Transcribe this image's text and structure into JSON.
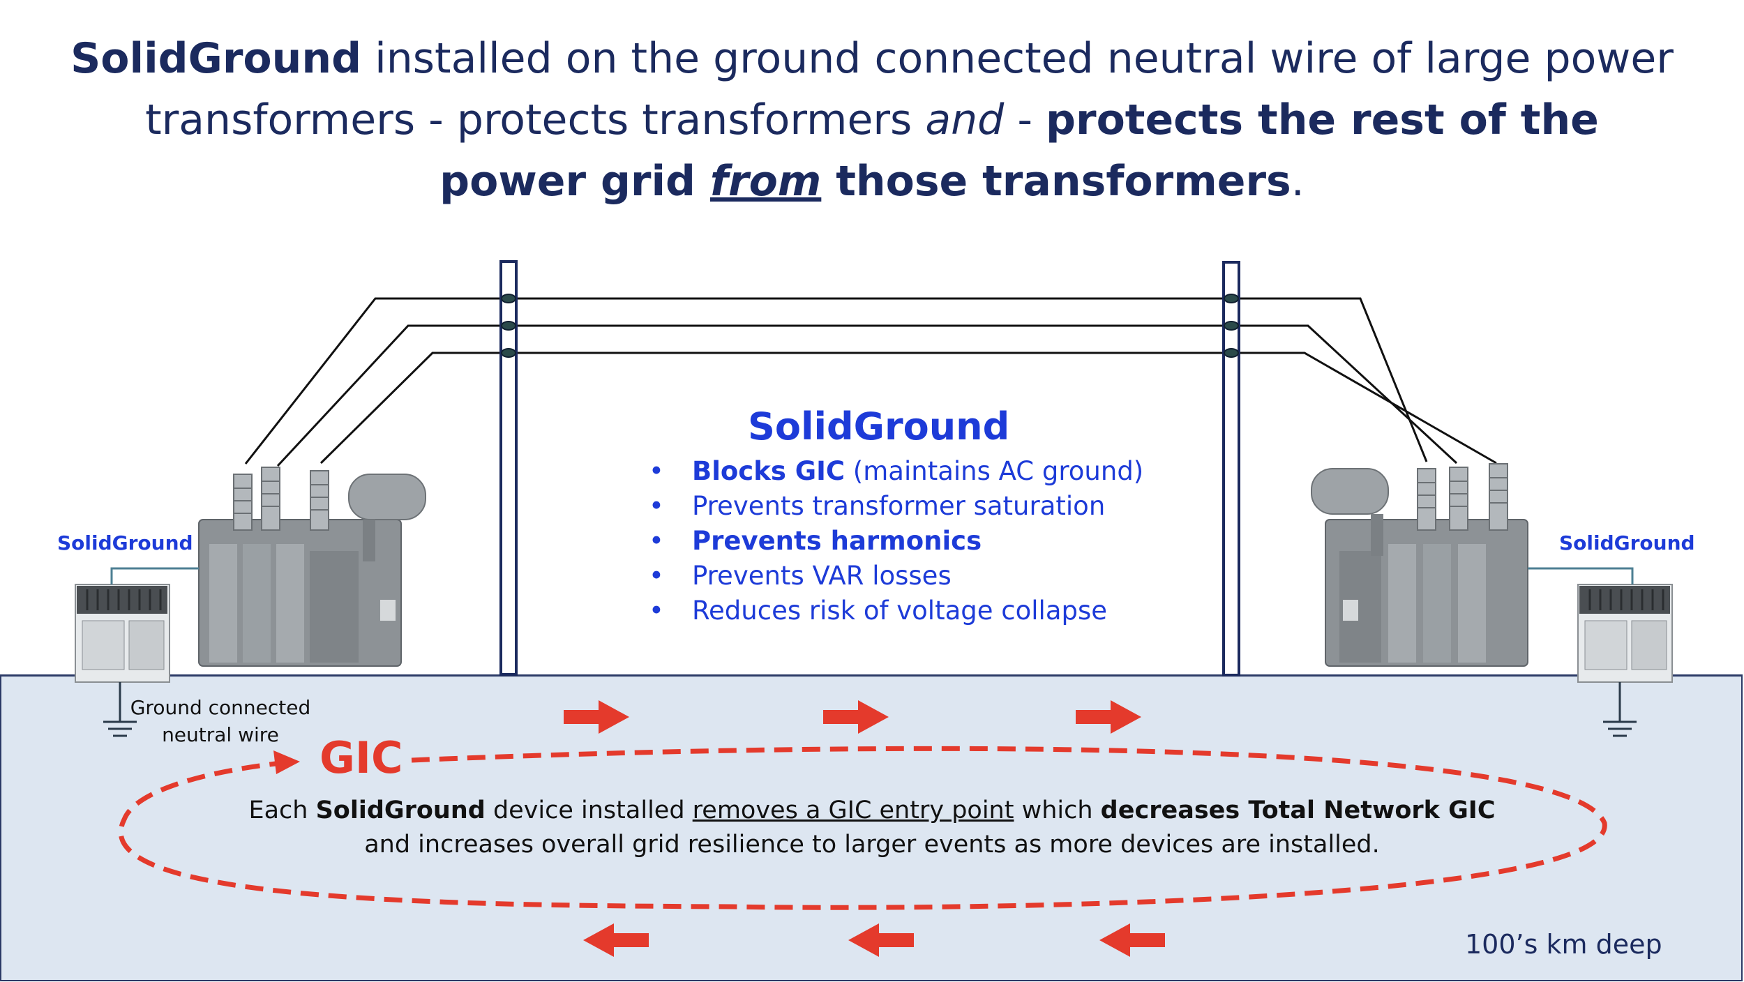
{
  "title": {
    "p1_bold": "SolidGround",
    "p2": " installed on the ground connected neutral wire of large power transformers - protects transformers ",
    "p3_italic": "and",
    "p4": " - ",
    "p5_bold": "protects the rest of the power grid ",
    "p6_bold_underline": "from",
    "p7_bold": " those transformers",
    "p8": "."
  },
  "center": {
    "heading": "SolidGround",
    "bullets": [
      {
        "bold": "Blocks GIC",
        "text": " (maintains AC ground)"
      },
      {
        "bold": "",
        "text": "Prevents transformer saturation"
      },
      {
        "bold": "Prevents harmonics",
        "text": ""
      },
      {
        "bold": "",
        "text": "Prevents VAR losses"
      },
      {
        "bold": "",
        "text": "Reduces risk of voltage collapse"
      }
    ]
  },
  "labels": {
    "solidground_left": "SolidGround",
    "solidground_right": "SolidGround",
    "neutral_line1": "Ground connected",
    "neutral_line2": "neutral wire",
    "gic": "GIC",
    "depth": "100’s km deep"
  },
  "note": {
    "n1": "Each ",
    "n2_bold": "SolidGround",
    "n3": " device installed ",
    "n4_underline": "removes a GIC entry point",
    "n5": " which ",
    "n6_bold": "decreases Total Network GIC",
    "n7": "and increases overall grid resilience to larger events as more devices are installed."
  },
  "colors": {
    "navy": "#1b2a5e",
    "blue_text": "#1d3bd8",
    "gic_red": "#e43a2c",
    "ground_fill": "#dde6f1"
  }
}
